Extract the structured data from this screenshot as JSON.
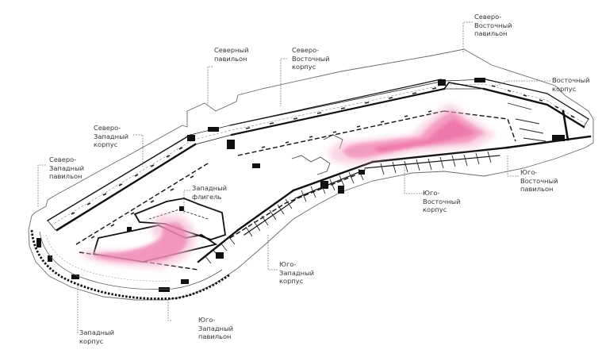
{
  "colors": {
    "background": "#ffffff",
    "wall": "#111111",
    "outline": "#555555",
    "leader": "#666666",
    "highlight": "#f06fa8",
    "text": "#333333"
  },
  "labels": {
    "north_pavilion": [
      "Северный",
      "павильон"
    ],
    "northeast_building": [
      "Северо-",
      "Восточный",
      "корпус"
    ],
    "northeast_pavilion": [
      "Северо-",
      "Восточный",
      "павильон"
    ],
    "east_building": [
      "Восточный",
      "корпус"
    ],
    "northwest_building": [
      "Северо-",
      "Западный",
      "корпус"
    ],
    "northwest_pavilion": [
      "Северо-",
      "Западный",
      "павильон"
    ],
    "west_wing": [
      "Западный",
      "флигель"
    ],
    "southeast_building": [
      "Юго-",
      "Восточный",
      "корпус"
    ],
    "southeast_pavilion": [
      "Юго-",
      "Восточный",
      "павильон"
    ],
    "southwest_building": [
      "Юго-",
      "Западный",
      "корпус"
    ],
    "southwest_pavilion": [
      "Юго-",
      "Западный",
      "павильон"
    ],
    "west_building": [
      "Западный",
      "корпус"
    ]
  }
}
